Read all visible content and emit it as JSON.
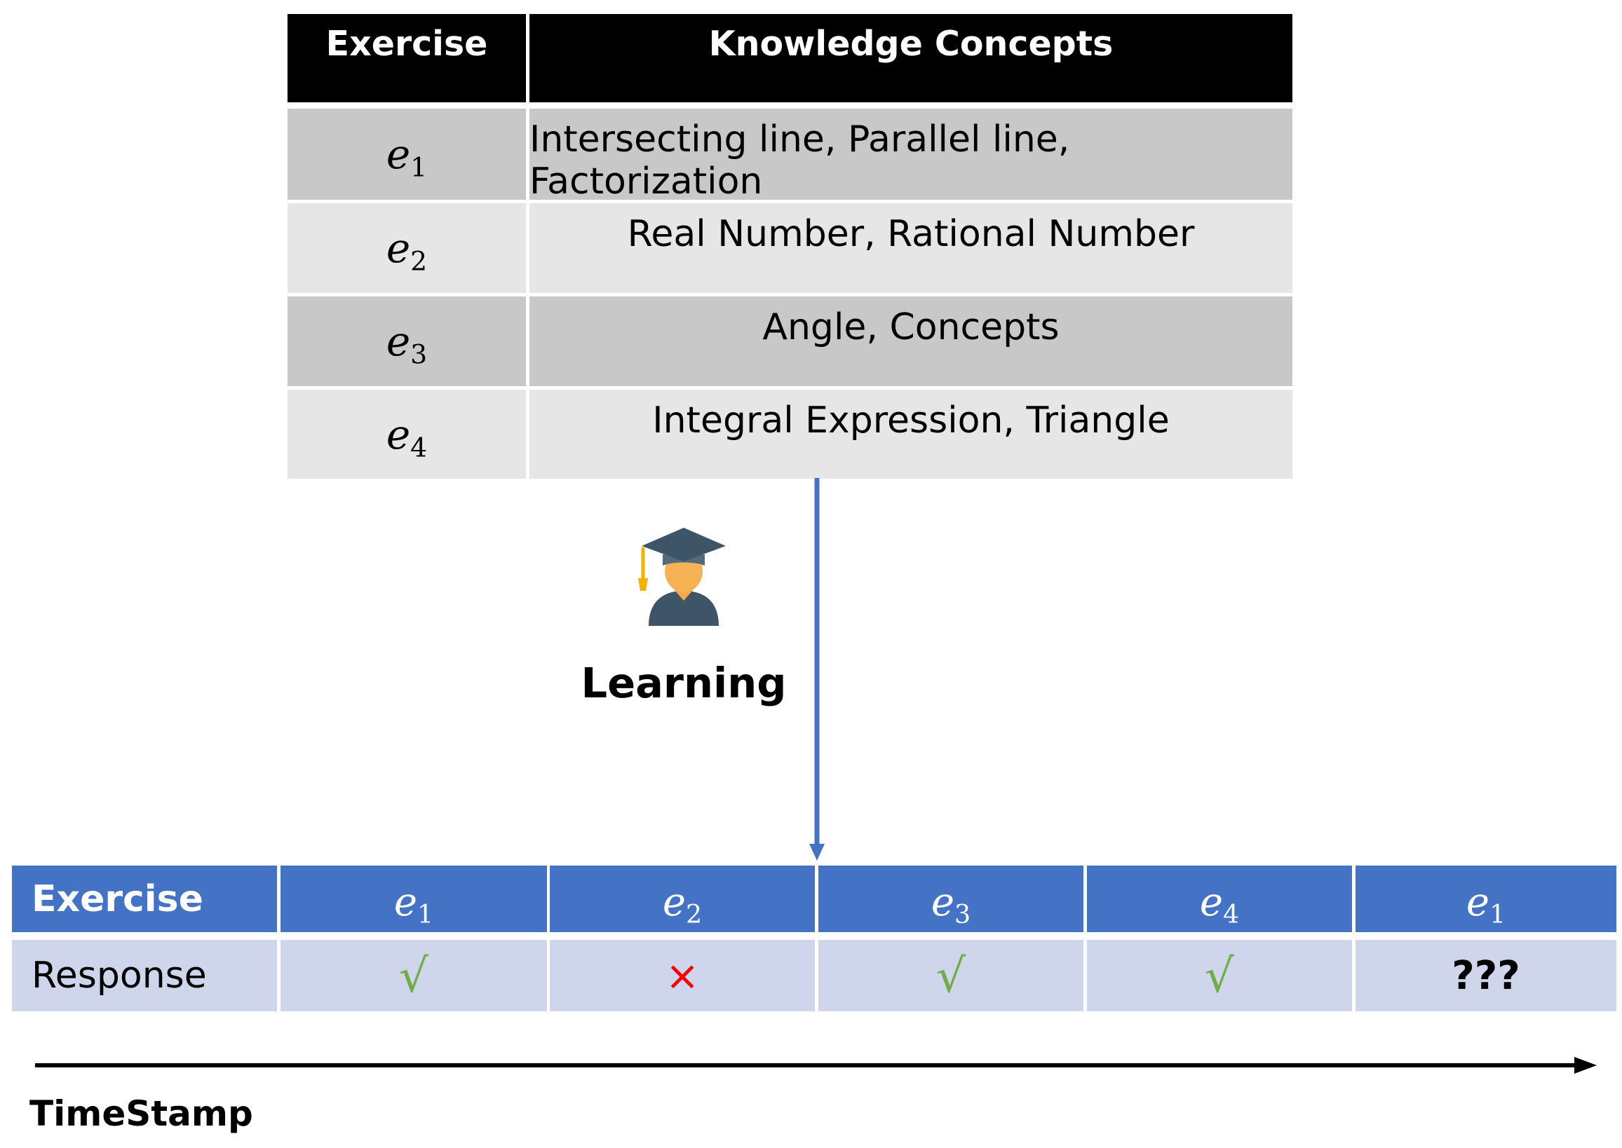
{
  "knowledge_table": {
    "headers": {
      "exercise": "Exercise",
      "concepts": "Knowledge Concepts"
    },
    "rows": [
      {
        "exercise": "e",
        "index": "1",
        "concepts": "Intersecting line, Parallel line, Factorization"
      },
      {
        "exercise": "e",
        "index": "2",
        "concepts": "Real Number, Rational Number"
      },
      {
        "exercise": "e",
        "index": "3",
        "concepts": "Angle, Concepts"
      },
      {
        "exercise": "e",
        "index": "4",
        "concepts": "Integral Expression, Triangle"
      }
    ]
  },
  "student": {
    "icon": "graduate-student-icon",
    "label": "Learning"
  },
  "timeline_table": {
    "row_labels": {
      "exercise": "Exercise",
      "response": "Response"
    },
    "columns": [
      {
        "exercise": "e",
        "index": "1",
        "response": "√",
        "status": "correct"
      },
      {
        "exercise": "e",
        "index": "2",
        "response": "×",
        "status": "incorrect"
      },
      {
        "exercise": "e",
        "index": "3",
        "response": "√",
        "status": "correct"
      },
      {
        "exercise": "e",
        "index": "4",
        "response": "√",
        "status": "correct"
      },
      {
        "exercise": "e",
        "index": "1",
        "response": "???",
        "status": "unknown"
      }
    ]
  },
  "axis": {
    "label": "TimeStamp"
  },
  "colors": {
    "header_black": "#000000",
    "row_dark": "#c8c8c8",
    "row_light": "#e6e6e6",
    "timeline_header": "#4472c4",
    "timeline_row": "#cfd5ea",
    "arrow_blue": "#4472c4",
    "correct": "#70ad47",
    "incorrect": "#ff0000"
  }
}
